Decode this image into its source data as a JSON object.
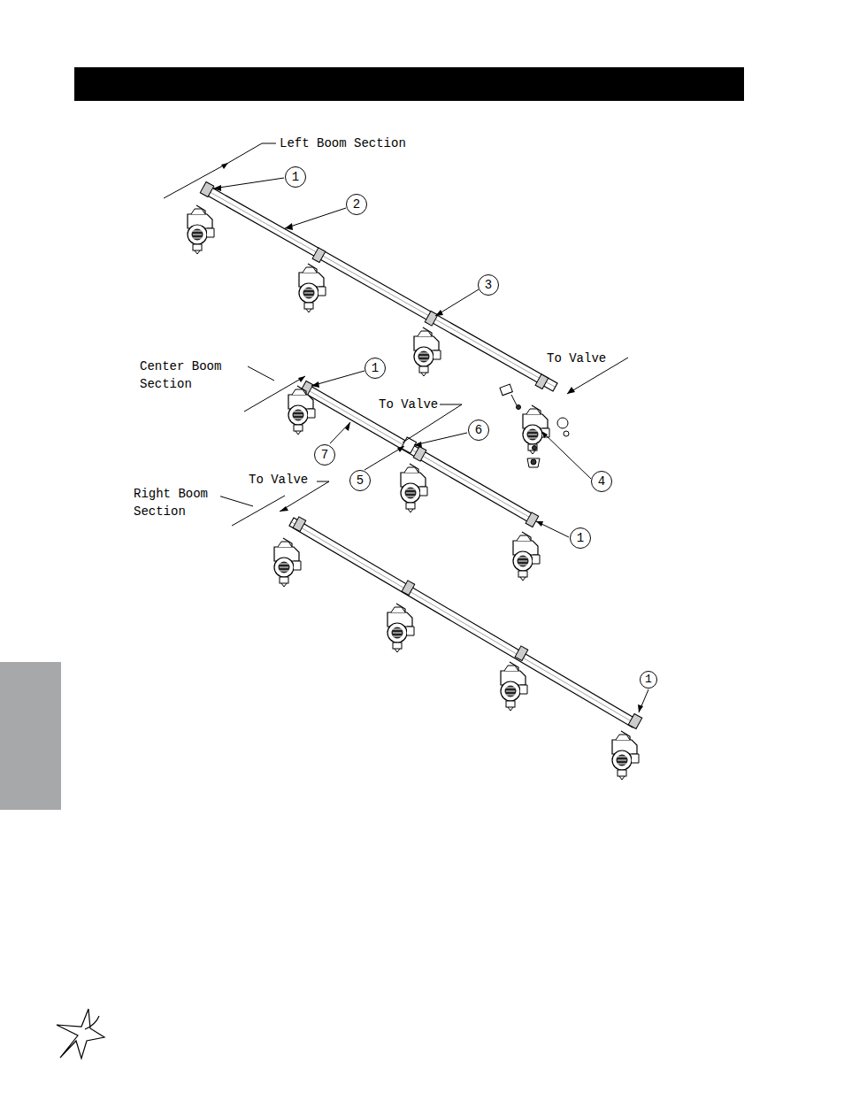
{
  "diagram": {
    "labels": [
      "Left Boom Section",
      "1",
      "2",
      "3",
      "To Valve",
      "Center Boom Section",
      "1",
      "To Valve",
      "6",
      "7",
      "5",
      "4",
      "1",
      "Right Boom Section",
      "To Valve",
      "1"
    ]
  }
}
